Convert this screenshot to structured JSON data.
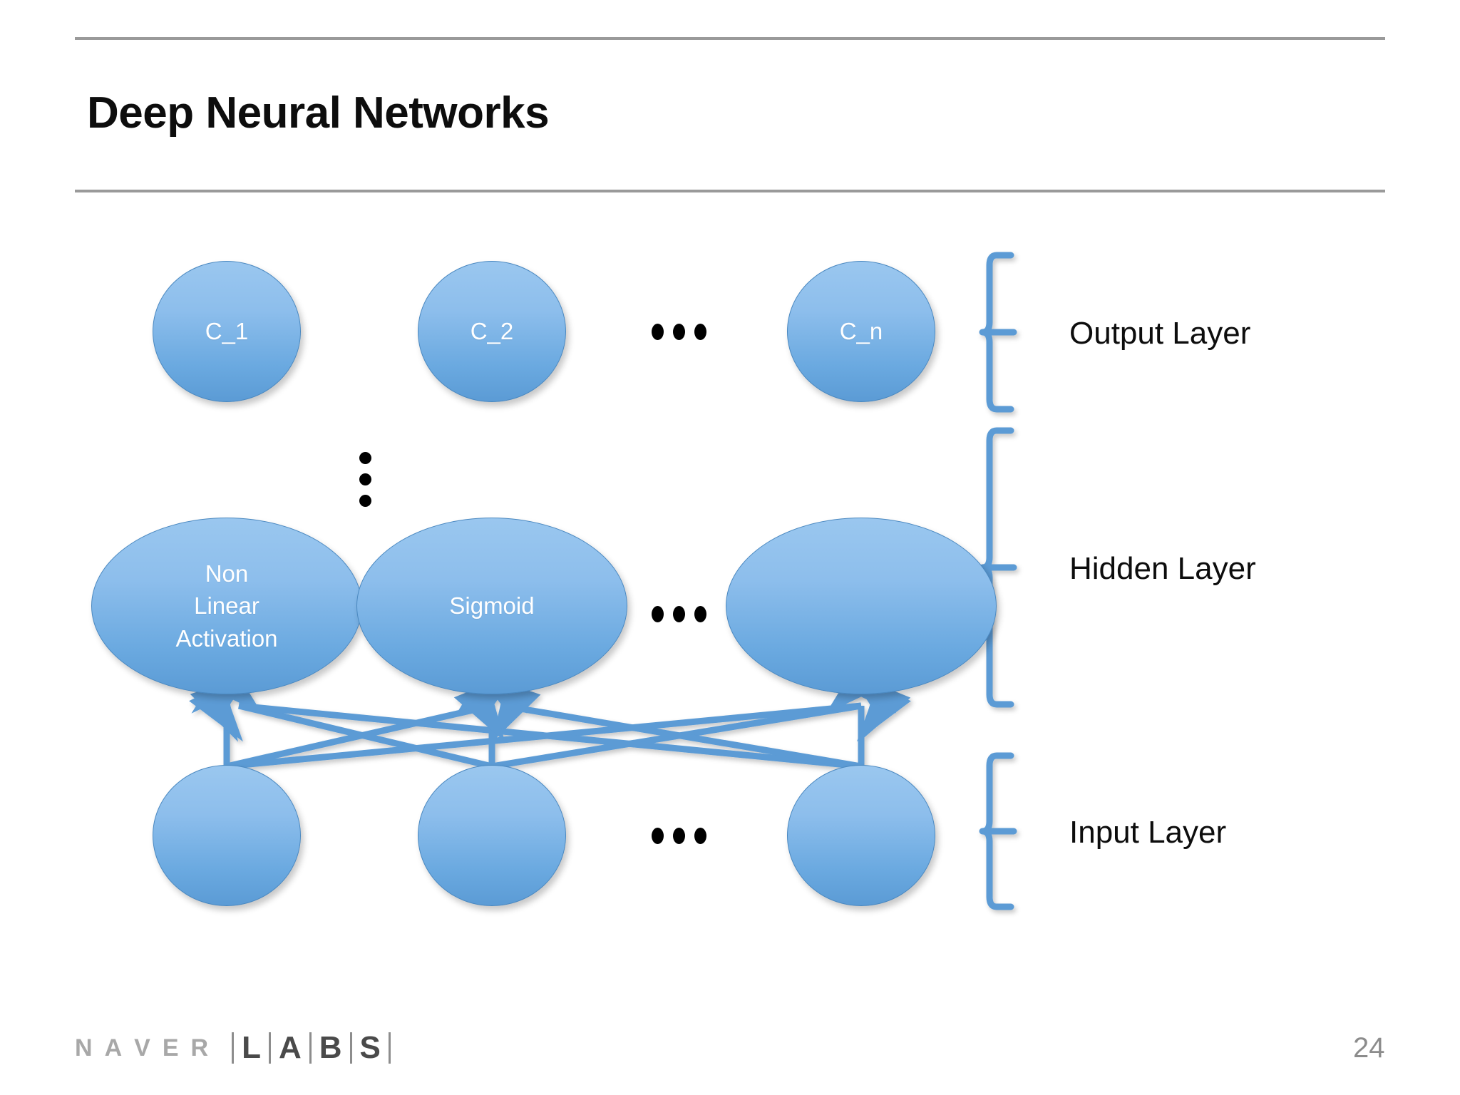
{
  "slide": {
    "title": "Deep Neural Networks",
    "page_number": "24"
  },
  "diagram": {
    "type": "neural-network",
    "accent_color": "#5b9bd5",
    "node_fill_top": "#9ac7ef",
    "node_fill_bottom": "#5b9bd5",
    "connector_color": "#5b9bd5",
    "brace_color": "#5b9bd5",
    "layers": [
      {
        "name": "output",
        "label": "Output Layer",
        "nodes": [
          {
            "label": "C_1"
          },
          {
            "label": "C_2"
          },
          {
            "label": "C_n"
          }
        ],
        "ellipsis": "horizontal",
        "ellipsis_dots": 3
      },
      {
        "name": "hidden",
        "label": "Hidden Layer",
        "nodes": [
          {
            "label": "Non\nLinear\nActivation"
          },
          {
            "label": "Sigmoid"
          },
          {
            "label": ""
          }
        ],
        "ellipsis": "horizontal",
        "ellipsis_dots": 3
      },
      {
        "name": "input",
        "label": "Input Layer",
        "nodes": [
          {
            "label": ""
          },
          {
            "label": ""
          },
          {
            "label": ""
          }
        ],
        "ellipsis": "horizontal",
        "ellipsis_dots": 3
      }
    ],
    "stack_ellipsis": {
      "orientation": "vertical",
      "dots": 3,
      "meaning": "more hidden layers"
    },
    "connections": {
      "from_layer": "input",
      "to_layer": "hidden",
      "fully_connected": true,
      "arrowheads": true,
      "edge_count": 9
    }
  },
  "footer": {
    "brand_primary": "NAVER",
    "brand_primary_letters": [
      "N",
      "A",
      "V",
      "E",
      "R"
    ],
    "brand_secondary_letters": [
      "L",
      "A",
      "B",
      "S"
    ]
  }
}
